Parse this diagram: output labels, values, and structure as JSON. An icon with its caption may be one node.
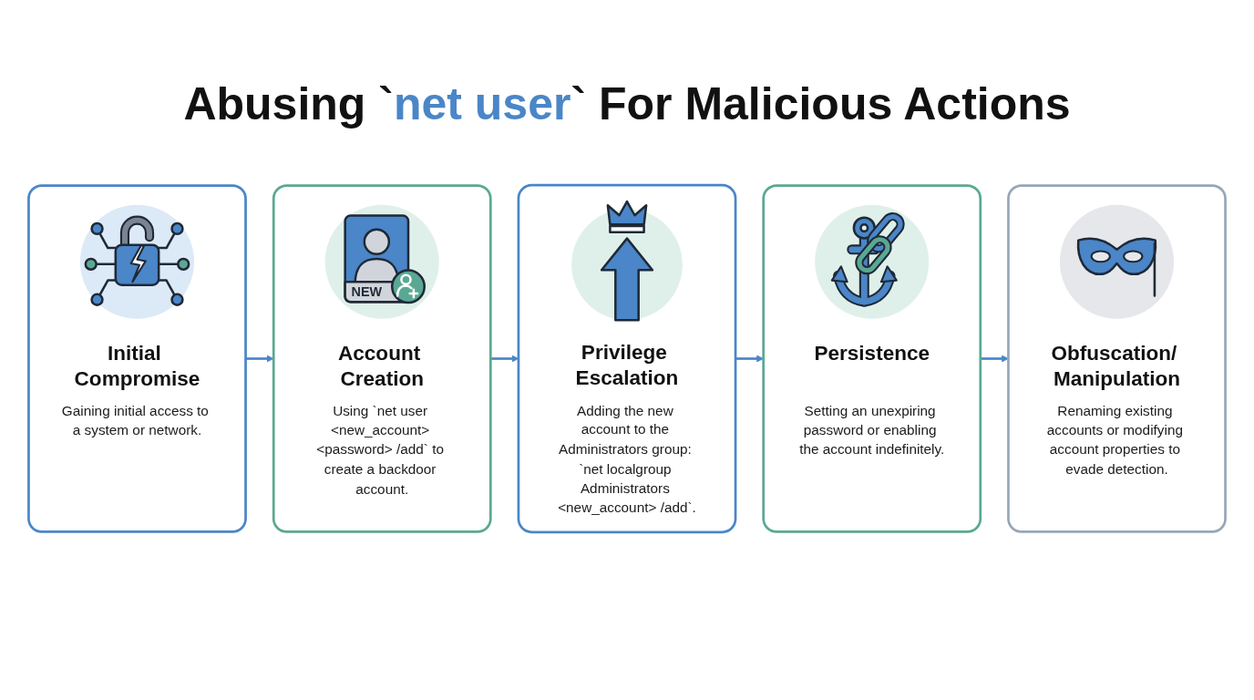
{
  "diagram": {
    "title": "Abusing `net user` For Malicious Actions",
    "nodes": [
      {
        "text": [
          "Initial Compromise",
          "Gaining initial access to a system or network."
        ]
      },
      {
        "text": [
          "NEW",
          "Account Creation",
          "Using `net user <new_account> <password> /add` to create a backdoor account."
        ]
      },
      {
        "text": [
          "Privilege Escalation",
          "Adding the new account to the Administrators group: `net localgroup Administrators <new_account> /add`."
        ]
      },
      {
        "text": [
          "Persistence",
          "Setting an unexpiring password or enabling the account indefinitely."
        ]
      },
      {
        "text": [
          "Obfuscation/ Manipulation",
          "Renaming existing accounts or modifying account properties to evade detection."
        ]
      }
    ],
    "edges": [
      {
        "from": 0,
        "to": 1,
        "arrow": "to"
      },
      {
        "from": 1,
        "to": 2,
        "arrow": "to"
      },
      {
        "from": 2,
        "to": 3,
        "arrow": "to"
      },
      {
        "from": 3,
        "to": 4,
        "arrow": "to"
      }
    ]
  }
}
